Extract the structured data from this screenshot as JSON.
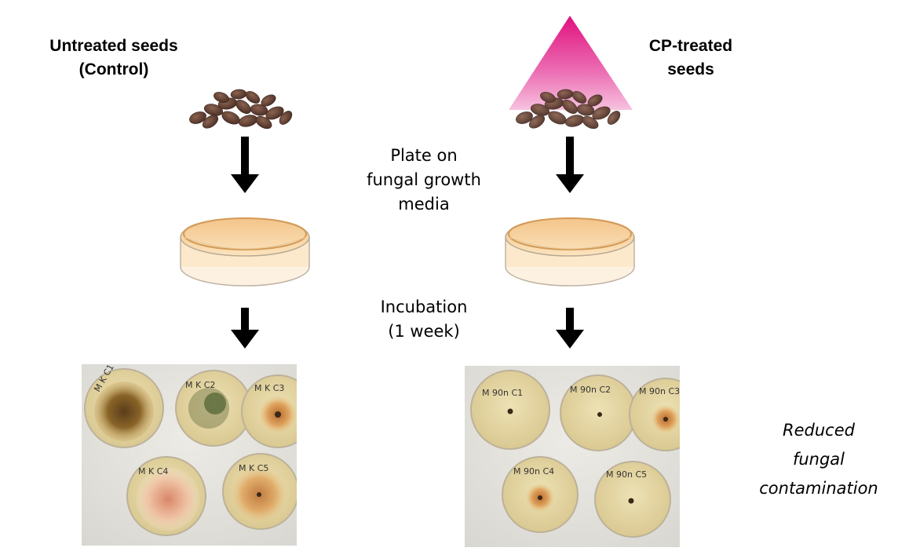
{
  "control": {
    "title_line1": "Untreated seeds",
    "title_line2": "(Control)",
    "plate_labels": [
      "M K C1",
      "M K C2",
      "M K C3",
      "M K C4",
      "M K C5"
    ]
  },
  "treated": {
    "title_line1": "CP-treated",
    "title_line2": "seeds",
    "plate_labels": [
      "M 90n C1",
      "M 90n C2",
      "M 90n C3",
      "M 90n C4",
      "M 90n C5"
    ]
  },
  "steps": {
    "plate": [
      "Plate on",
      "fungal growth",
      "media"
    ],
    "incubation": [
      "Incubation",
      "(1 week)"
    ]
  },
  "result": [
    "Reduced",
    "fungal",
    "contamination"
  ],
  "colors": {
    "plasma_top": "#e0117e",
    "media": "#f6d49e",
    "arrow": "#000000",
    "seed": "#5a3a2e"
  }
}
